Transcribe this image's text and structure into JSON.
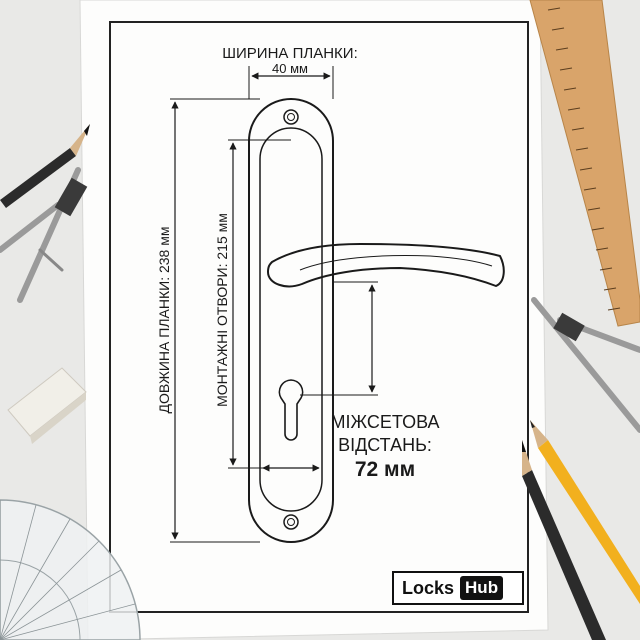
{
  "labels": {
    "width_title": "ШИРИНА ПЛАНКИ:",
    "width_value": "40 мм",
    "length": "ДОВЖИНА ПЛАНКИ: 238 мм",
    "mounting": "МОНТАЖНІ ОТВОРИ: 215 мм",
    "distance_line1": "МІЖСЕТОВА",
    "distance_line2": "ВІДСТАНЬ:",
    "distance_value": "72 мм"
  },
  "brand": {
    "name_left": "Locks",
    "name_right": "Hub"
  },
  "colors": {
    "paper": "#ffffff",
    "background": "#e9e9e7",
    "ink": "#1a1a1a",
    "ruler": "#d9a46a",
    "pencil_yellow": "#f2b01e"
  }
}
